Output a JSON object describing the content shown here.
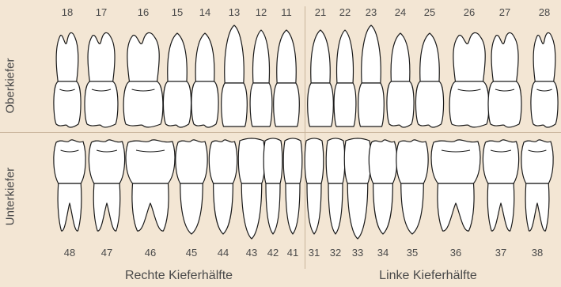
{
  "upper_jaw": {
    "label": "Oberkiefer",
    "teeth": [
      {
        "number": "18",
        "type": "molar"
      },
      {
        "number": "17",
        "type": "molar"
      },
      {
        "number": "16",
        "type": "molar"
      },
      {
        "number": "15",
        "type": "premolar"
      },
      {
        "number": "14",
        "type": "premolar"
      },
      {
        "number": "13",
        "type": "canine"
      },
      {
        "number": "12",
        "type": "incisor"
      },
      {
        "number": "11",
        "type": "incisor"
      },
      {
        "number": "21",
        "type": "incisor"
      },
      {
        "number": "22",
        "type": "incisor"
      },
      {
        "number": "23",
        "type": "canine"
      },
      {
        "number": "24",
        "type": "premolar"
      },
      {
        "number": "25",
        "type": "premolar"
      },
      {
        "number": "26",
        "type": "molar"
      },
      {
        "number": "27",
        "type": "molar"
      },
      {
        "number": "28",
        "type": "molar"
      }
    ]
  },
  "lower_jaw": {
    "label": "Unterkiefer",
    "teeth": [
      {
        "number": "48",
        "type": "molar"
      },
      {
        "number": "47",
        "type": "molar"
      },
      {
        "number": "46",
        "type": "molar"
      },
      {
        "number": "45",
        "type": "premolar"
      },
      {
        "number": "44",
        "type": "premolar"
      },
      {
        "number": "43",
        "type": "canine"
      },
      {
        "number": "42",
        "type": "incisor"
      },
      {
        "number": "41",
        "type": "incisor"
      },
      {
        "number": "31",
        "type": "incisor"
      },
      {
        "number": "32",
        "type": "incisor"
      },
      {
        "number": "33",
        "type": "canine"
      },
      {
        "number": "34",
        "type": "premolar"
      },
      {
        "number": "35",
        "type": "premolar"
      },
      {
        "number": "36",
        "type": "molar"
      },
      {
        "number": "37",
        "type": "molar"
      },
      {
        "number": "38",
        "type": "molar"
      }
    ]
  },
  "sides": {
    "right": "Rechte Kieferhälfte",
    "left": "Linke Kieferhälfte"
  },
  "colors": {
    "background": "#f3e6d4",
    "divider": "#c9b59c",
    "tooth_fill": "#ffffff",
    "outline": "#1a1a1a",
    "text": "#4a4a4a"
  }
}
